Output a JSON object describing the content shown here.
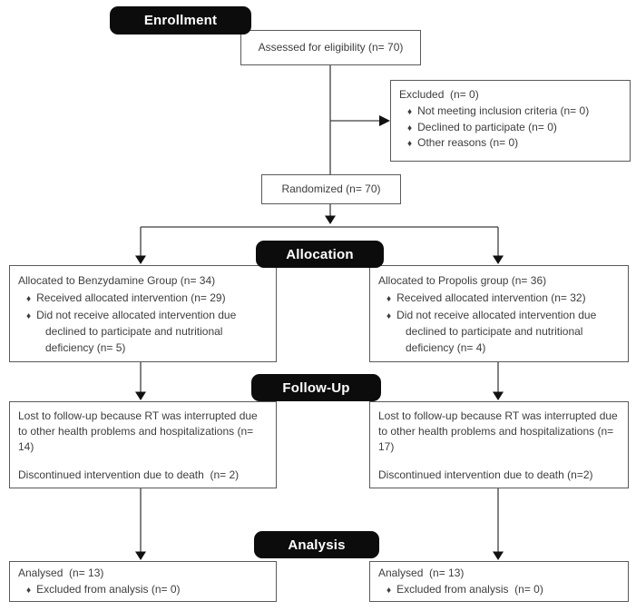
{
  "flow": {
    "stage_labels": {
      "enrollment": "Enrollment",
      "allocation": "Allocation",
      "followup": "Follow-Up",
      "analysis": "Analysis"
    },
    "bullet": "♦",
    "assessed": {
      "text": "Assessed for eligibility (n= 70)"
    },
    "excluded": {
      "title": "Excluded  (n= 0)",
      "items": [
        "Not meeting inclusion criteria (n= 0)",
        "Declined to participate (n= 0)",
        "Other reasons (n= 0)"
      ]
    },
    "randomized": {
      "text": "Randomized (n= 70)"
    },
    "allocation_left": {
      "title": "Allocated to Benzydamine Group (n= 34)",
      "items": [
        "Received allocated intervention (n= 29)",
        "Did not receive allocated intervention due declined to participate and nutritional deficiency (n= 5)"
      ]
    },
    "allocation_right": {
      "title": "Allocated to Propolis group (n= 36)",
      "items": [
        "Received allocated intervention (n= 32)",
        "Did not receive allocated intervention due declined to participate and nutritional deficiency (n= 4)"
      ]
    },
    "followup_left": {
      "para1": "Lost to follow-up because RT was interrupted due to other health problems and hospitalizations (n= 14)",
      "para2": "Discontinued intervention due to death  (n= 2)"
    },
    "followup_right": {
      "para1": "Lost to follow-up because RT was interrupted due to other health problems and hospitalizations (n= 17)",
      "para2": "Discontinued intervention due to death (n=2)"
    },
    "analysis_left": {
      "title": "Analysed  (n= 13)",
      "items": [
        "Excluded from analysis (n= 0)"
      ]
    },
    "analysis_right": {
      "title": "Analysed  (n= 13)",
      "items": [
        "Excluded from analysis  (n= 0)"
      ]
    },
    "colors": {
      "background": "#ffffff",
      "box_border": "#5a5a5a",
      "text": "#3d3d3d",
      "stage_label_bg": "#0c0c0c",
      "stage_label_text": "#ffffff",
      "connector": "#3f3f3f"
    }
  }
}
